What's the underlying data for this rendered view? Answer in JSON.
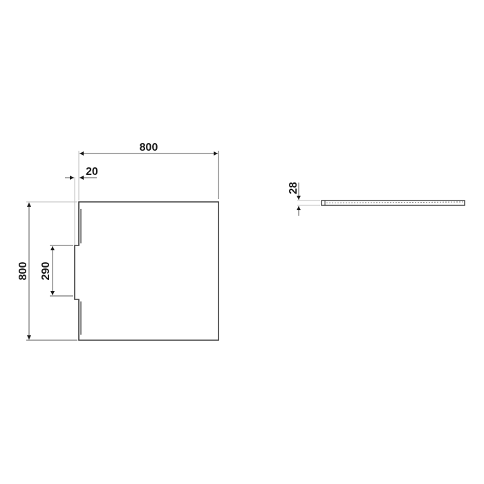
{
  "drawing": {
    "plan_view": {
      "width_label": "800",
      "depth_label": "800",
      "notch_offset_label": "20",
      "notch_length_label": "290"
    },
    "side_view": {
      "thickness_label": "28"
    },
    "colors": {
      "outline": "#3a3a3a",
      "dimension_line": "#555555",
      "extension_line": "#bdbdbd"
    }
  }
}
